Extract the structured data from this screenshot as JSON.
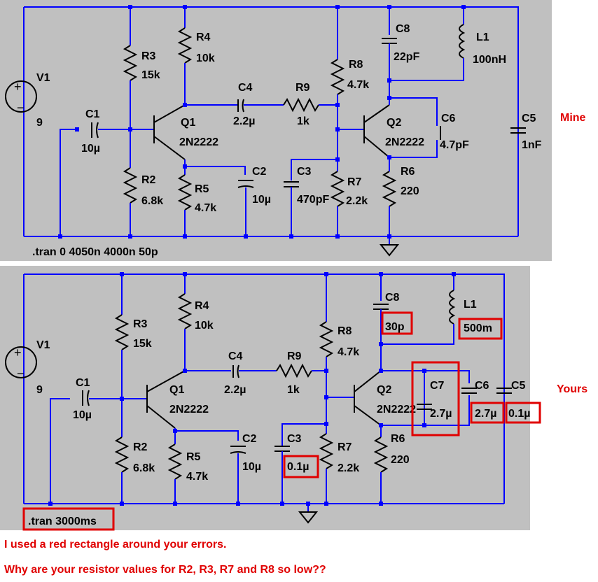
{
  "side_labels": {
    "mine": "Mine",
    "yours": "Yours"
  },
  "notes": [
    "I used a red rectangle around your errors.",
    "Why are your resistor values for R2, R3, R7 and R8 so low??"
  ],
  "mine": {
    "tran": ".tran 0 4050n 4000n 50p",
    "V1": {
      "name": "V1",
      "value": "9"
    },
    "C1": {
      "name": "C1",
      "value": "10µ"
    },
    "R3": {
      "name": "R3",
      "value": "15k"
    },
    "R4": {
      "name": "R4",
      "value": "10k"
    },
    "R2": {
      "name": "R2",
      "value": "6.8k"
    },
    "R5": {
      "name": "R5",
      "value": "4.7k"
    },
    "Q1": {
      "name": "Q1",
      "value": "2N2222"
    },
    "C4": {
      "name": "C4",
      "value": "2.2µ"
    },
    "R9": {
      "name": "R9",
      "value": "1k"
    },
    "C2": {
      "name": "C2",
      "value": "10µ"
    },
    "C3": {
      "name": "C3",
      "value": "470pF"
    },
    "R8": {
      "name": "R8",
      "value": "4.7k"
    },
    "R7": {
      "name": "R7",
      "value": "2.2k"
    },
    "Q2": {
      "name": "Q2",
      "value": "2N2222"
    },
    "C8": {
      "name": "C8",
      "value": "22pF"
    },
    "L1": {
      "name": "L1",
      "value": "100nH"
    },
    "C6": {
      "name": "C6",
      "value": "4.7pF"
    },
    "R6": {
      "name": "R6",
      "value": "220"
    },
    "C5": {
      "name": "C5",
      "value": "1nF"
    }
  },
  "yours": {
    "tran": ".tran 3000ms",
    "V1": {
      "name": "V1",
      "value": "9"
    },
    "C1": {
      "name": "C1",
      "value": "10µ"
    },
    "R3": {
      "name": "R3",
      "value": "15k"
    },
    "R4": {
      "name": "R4",
      "value": "10k"
    },
    "R2": {
      "name": "R2",
      "value": "6.8k"
    },
    "R5": {
      "name": "R5",
      "value": "4.7k"
    },
    "Q1": {
      "name": "Q1",
      "value": "2N2222"
    },
    "C4": {
      "name": "C4",
      "value": "2.2µ"
    },
    "R9": {
      "name": "R9",
      "value": "1k"
    },
    "C2": {
      "name": "C2",
      "value": "10µ"
    },
    "C3": {
      "name": "C3",
      "value": "0.1µ"
    },
    "R8": {
      "name": "R8",
      "value": "4.7k"
    },
    "R7": {
      "name": "R7",
      "value": "2.2k"
    },
    "Q2": {
      "name": "Q2",
      "value": "2N2222"
    },
    "C8": {
      "name": "C8",
      "value": "30p"
    },
    "L1": {
      "name": "L1",
      "value": "500m"
    },
    "C7": {
      "name": "C7",
      "value": "2.7µ"
    },
    "C6": {
      "name": "C6",
      "value": "2.7µ"
    },
    "R6": {
      "name": "R6",
      "value": "220"
    },
    "C5": {
      "name": "C5",
      "value": "0.1µ"
    }
  }
}
